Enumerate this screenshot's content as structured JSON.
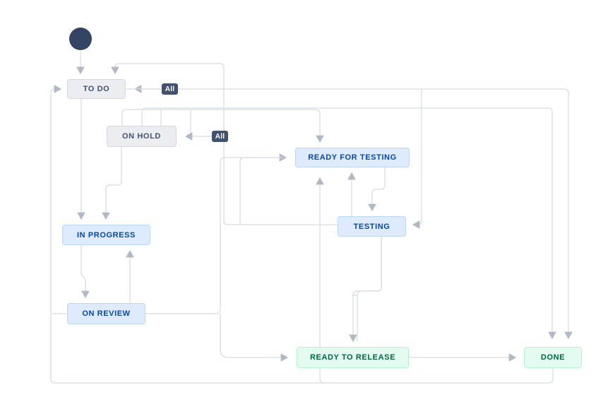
{
  "diagram": {
    "type": "workflow-diagram",
    "start_node": "start",
    "nodes": [
      {
        "id": "todo",
        "label": "TO DO",
        "category": "todo"
      },
      {
        "id": "onhold",
        "label": "ON HOLD",
        "category": "todo"
      },
      {
        "id": "inprogress",
        "label": "IN PROGRESS",
        "category": "inprogress"
      },
      {
        "id": "onreview",
        "label": "ON REVIEW",
        "category": "inprogress"
      },
      {
        "id": "readyfortesting",
        "label": "READY FOR TESTING",
        "category": "inprogress"
      },
      {
        "id": "testing",
        "label": "TESTING",
        "category": "inprogress"
      },
      {
        "id": "readytorelease",
        "label": "READY TO RELEASE",
        "category": "done"
      },
      {
        "id": "done",
        "label": "DONE",
        "category": "done"
      }
    ],
    "badges": [
      {
        "label": "All",
        "target": "TO DO"
      },
      {
        "label": "All",
        "target": "ON HOLD"
      }
    ],
    "edges": [
      {
        "from": "start",
        "to": "TO DO"
      },
      {
        "from": "All",
        "to": "TO DO"
      },
      {
        "from": "All",
        "to": "ON HOLD"
      },
      {
        "from": "TO DO",
        "to": "IN PROGRESS"
      },
      {
        "from": "TO DO",
        "to": "TESTING"
      },
      {
        "from": "TO DO",
        "to": "DONE"
      },
      {
        "from": "ON HOLD",
        "to": "IN PROGRESS"
      },
      {
        "from": "ON HOLD",
        "to": "READY FOR TESTING"
      },
      {
        "from": "ON HOLD",
        "to": "DONE"
      },
      {
        "from": "IN PROGRESS",
        "to": "ON REVIEW"
      },
      {
        "from": "ON REVIEW",
        "to": "IN PROGRESS"
      },
      {
        "from": "ON REVIEW",
        "to": "TO DO"
      },
      {
        "from": "ON REVIEW",
        "to": "READY FOR TESTING"
      },
      {
        "from": "ON REVIEW",
        "to": "READY TO RELEASE"
      },
      {
        "from": "READY FOR TESTING",
        "to": "TESTING"
      },
      {
        "from": "TESTING",
        "to": "READY FOR TESTING"
      },
      {
        "from": "TESTING",
        "to": "TO DO"
      },
      {
        "from": "TESTING",
        "to": "READY TO RELEASE"
      },
      {
        "from": "READY TO RELEASE",
        "to": "DONE"
      },
      {
        "from": "DONE",
        "to": "TO DO"
      },
      {
        "from": "DONE",
        "to": "READY FOR TESTING"
      }
    ],
    "colors": {
      "line": "#d8dce1",
      "arrowhead": "#b2b9c4",
      "todo_bg": "#ebedf0",
      "todo_text": "#42526e",
      "inprogress_bg": "#deebff",
      "inprogress_text": "#0747a6",
      "done_bg": "#e3fcef",
      "done_text": "#006644",
      "badge_bg": "#42526e",
      "badge_text": "#ffffff",
      "start_node": "#344563"
    }
  }
}
